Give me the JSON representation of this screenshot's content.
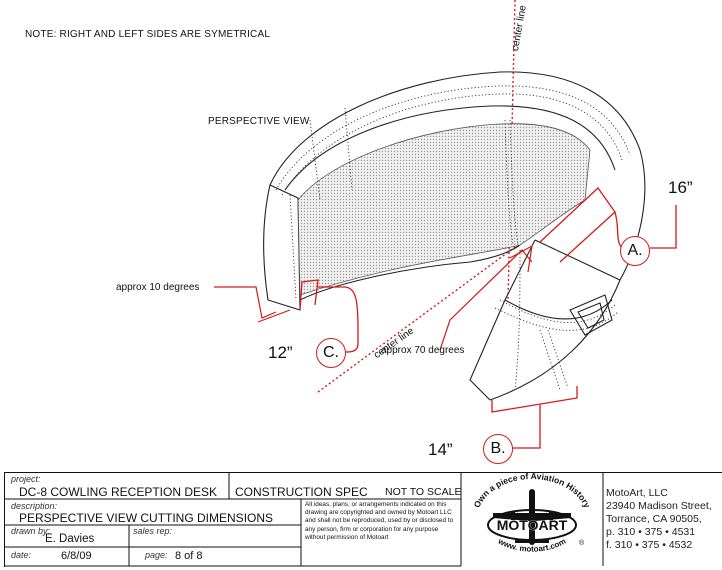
{
  "notes": {
    "top_note": "NOTE:  RIGHT AND LEFT SIDES ARE SYMETRICAL",
    "view_title": "PERSPECTIVE VIEW"
  },
  "annotations": {
    "center_line_top": "center line",
    "center_line_bottom": "center line",
    "approx_10": "approx 10 degrees",
    "approx_70": "approx 70 degrees"
  },
  "dimensions": {
    "a_letter": "A.",
    "a_value": "16”",
    "b_letter": "B.",
    "b_value": "14”",
    "c_letter": "C.",
    "c_value": "12”"
  },
  "title_block": {
    "project_label": "project:",
    "project_value": "DC-8 COWLING RECEPTION DESK",
    "spec_value": "CONSTRUCTION SPEC",
    "scale_value": "NOT TO SCALE",
    "description_label": "description:",
    "description_value": "PERSPECTIVE VIEW CUTTING DIMENSIONS",
    "drawn_by_label": "drawn by:",
    "drawn_by_value": "E. Davies",
    "sales_rep_label": "sales rep:",
    "sales_rep_value": "",
    "date_label": "date:",
    "date_value": "6/8/09",
    "page_label": "page:",
    "page_value": "8 of 8",
    "legal": "All ideas, plans, or arrangements indicated on this drawing are copyrighted and owned by Motoart LLC and shall not be reproduced, used by or disclosed to any person, firm or corporation for any purpose without permission of Motoart"
  },
  "logo": {
    "arc_top": "Own a piece of Aviation History",
    "name": "MOTOART",
    "url": "www. motoart.com",
    "registered": "®"
  },
  "company": {
    "name": "MotoArt, LLC",
    "street": "23940 Madison Street,",
    "city": "Torrance,  CA  90505,",
    "phone": "p. 310 • 375 • 4531",
    "fax": "f.  310 • 375 • 4532"
  },
  "colors": {
    "dimension_red": "#d61a1a",
    "line_black": "#111111"
  }
}
